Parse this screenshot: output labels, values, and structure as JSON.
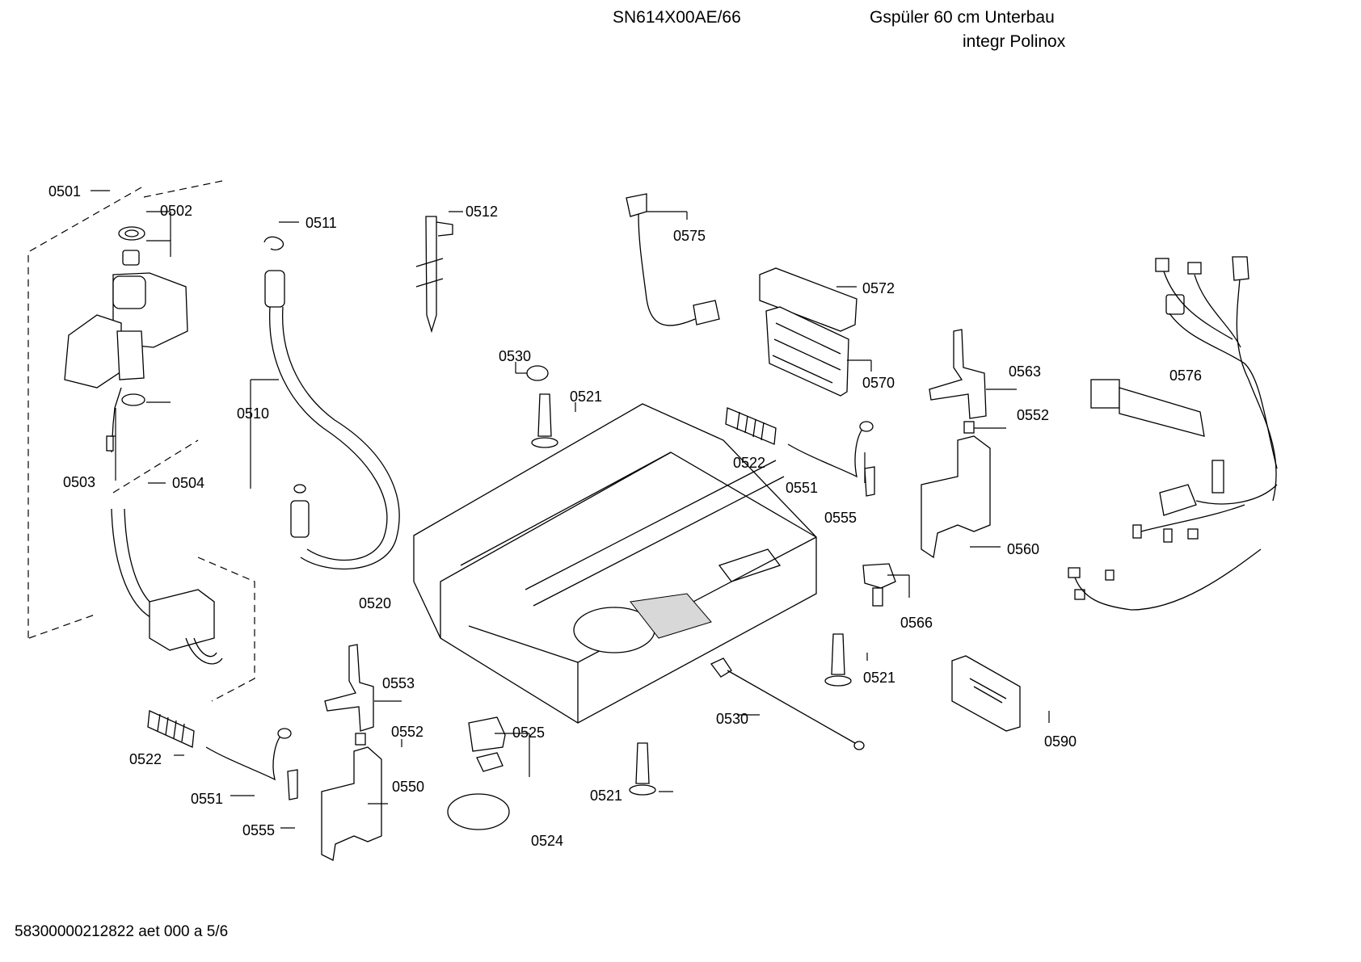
{
  "header": {
    "model": "SN614X00AE/66",
    "description_line1": "Gspüler 60 cm Unterbau",
    "description_line2": "integr Polinox"
  },
  "footer": "58300000212822 aet 000 a 5/6",
  "callouts": {
    "c0501": "0501",
    "c0502": "0502",
    "c0503": "0503",
    "c0504": "0504",
    "c0510": "0510",
    "c0511": "0511",
    "c0512": "0512",
    "c0520": "0520",
    "c0521a": "0521",
    "c0521b": "0521",
    "c0521c": "0521",
    "c0522a": "0522",
    "c0522b": "0522",
    "c0524": "0524",
    "c0525": "0525",
    "c0530a": "0530",
    "c0530b": "0530",
    "c0550": "0550",
    "c0551a": "0551",
    "c0551b": "0551",
    "c0552a": "0552",
    "c0552b": "0552",
    "c0553": "0553",
    "c0555a": "0555",
    "c0555b": "0555",
    "c0560": "0560",
    "c0563": "0563",
    "c0566": "0566",
    "c0570": "0570",
    "c0572": "0572",
    "c0575": "0575",
    "c0576": "0576",
    "c0590": "0590"
  }
}
